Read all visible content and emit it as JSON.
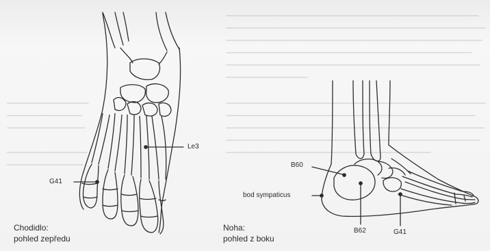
{
  "front_view": {
    "caption_line1": "Chodidlo:",
    "caption_line2": "pohled zepředu",
    "points": {
      "le3": "Le3",
      "g41": "G41"
    }
  },
  "side_view": {
    "caption_line1": "Noha:",
    "caption_line2": "pohled z boku",
    "points": {
      "b60": "B60",
      "sympaticus": "bod sympaticus",
      "b62": "B62",
      "g41": "G41"
    }
  },
  "colors": {
    "ink": "#2b2b2b",
    "paper": "#f5f5f5"
  }
}
